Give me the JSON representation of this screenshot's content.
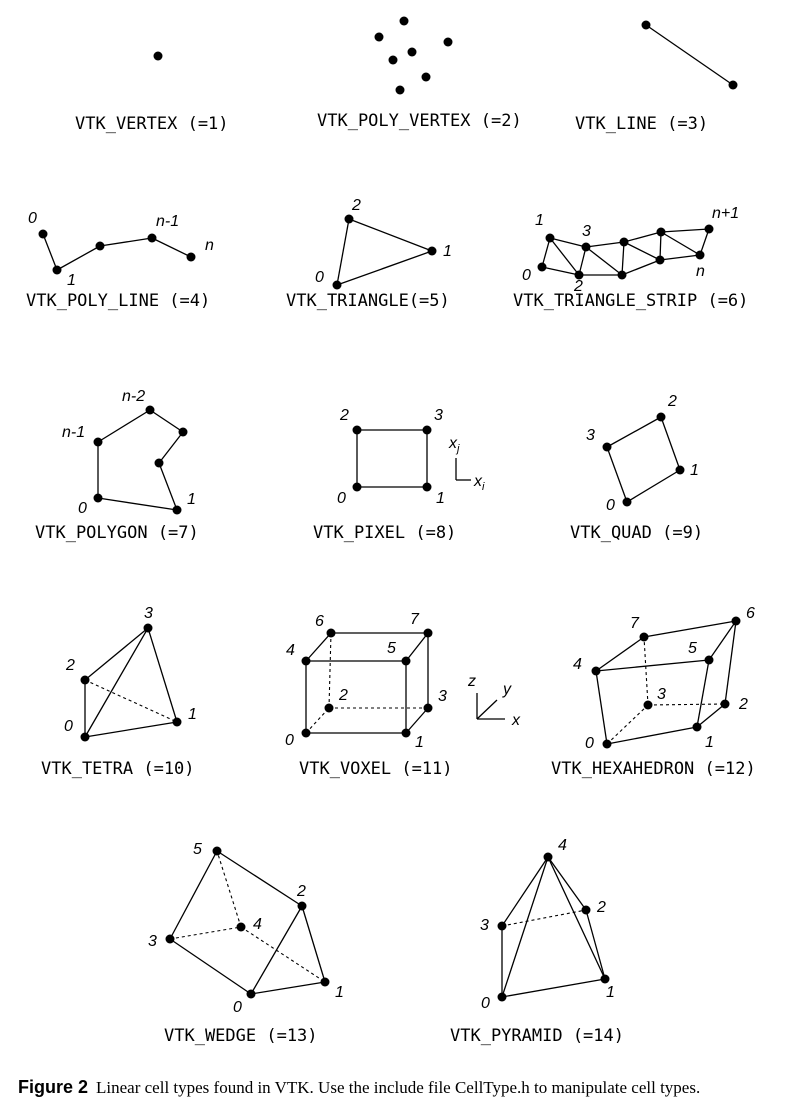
{
  "labels": {
    "vertex": "VTK_VERTEX (=1)",
    "poly_vertex": "VTK_POLY_VERTEX (=2)",
    "line": "VTK_LINE (=3)",
    "poly_line": "VTK_POLY_LINE (=4)",
    "triangle": "VTK_TRIANGLE(=5)",
    "triangle_strip": "VTK_TRIANGLE_STRIP (=6)",
    "polygon": "VTK_POLYGON (=7)",
    "pixel": "VTK_PIXEL (=8)",
    "quad": "VTK_QUAD (=9)",
    "tetra": "VTK_TETRA (=10)",
    "voxel": "VTK_VOXEL (=11)",
    "hexahedron": "VTK_HEXAHEDRON (=12)",
    "wedge": "VTK_WEDGE (=13)",
    "pyramid": "VTK_PYRAMID (=14)"
  },
  "node_labels": {
    "zero": "0",
    "one": "1",
    "two": "2",
    "three": "3",
    "four": "4",
    "five": "5",
    "six": "6",
    "seven": "7",
    "n": "n",
    "n_minus_1": "n-1",
    "n_minus_2": "n-2",
    "n_plus_1": "n+1"
  },
  "axes": {
    "x": "x",
    "y": "y",
    "z": "z",
    "xi_base": "x",
    "xi_sub": "i",
    "xj_base": "x",
    "xj_sub": "j"
  },
  "caption": {
    "label": "Figure 2",
    "text": "Linear cell types found in VTK. Use the include file CellType.h to manipulate cell types."
  }
}
